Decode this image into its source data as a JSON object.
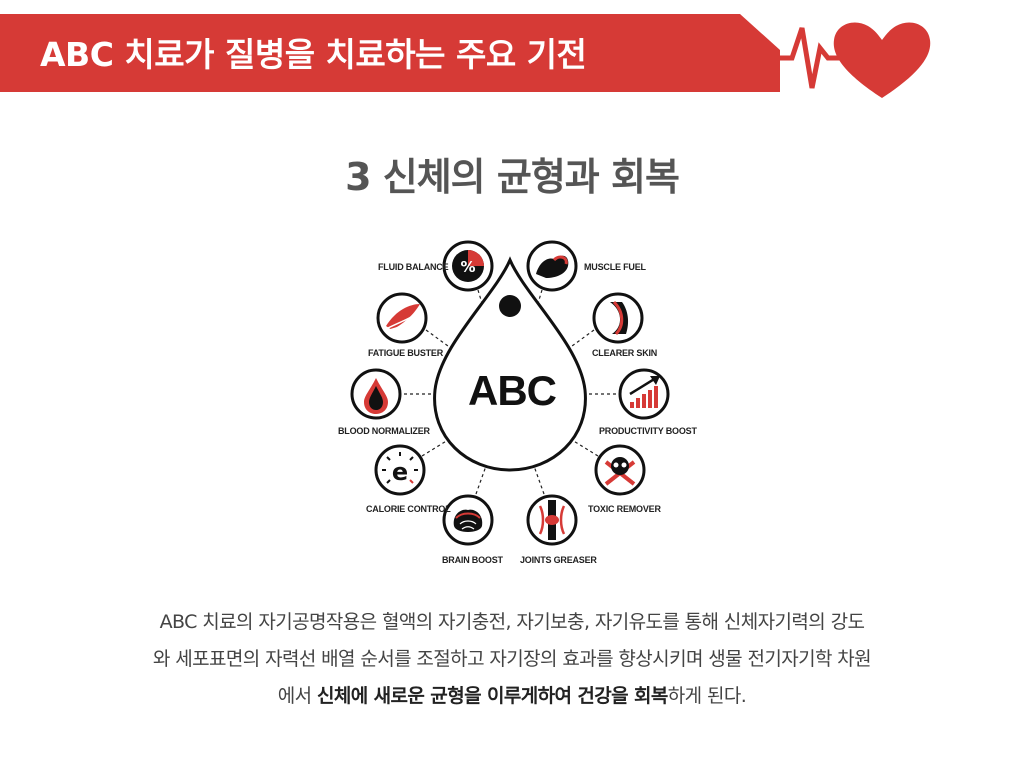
{
  "header": {
    "title": "ABC 치료가 질병을 치료하는 주요 기전",
    "brand_color": "#d63a36"
  },
  "section": {
    "title": "3 신체의 균형과 회복"
  },
  "diagram": {
    "center_label": "ABC",
    "accent_color": "#d63a36",
    "items": [
      {
        "label": "FLUID BALANCE",
        "icon": "percent-icon"
      },
      {
        "label": "MUSCLE FUEL",
        "icon": "arm-muscle-icon"
      },
      {
        "label": "FATIGUE BUSTER",
        "icon": "wing-icon"
      },
      {
        "label": "CLEARER SKIN",
        "icon": "body-curve-icon"
      },
      {
        "label": "BLOOD NORMALIZER",
        "icon": "blood-drop-icon"
      },
      {
        "label": "PRODUCTIVITY BOOST",
        "icon": "growth-chart-icon"
      },
      {
        "label": "CALORIE CONTROL",
        "icon": "energy-gauge-icon"
      },
      {
        "label": "TOXIC REMOVER",
        "icon": "skull-crossbones-icon"
      },
      {
        "label": "BRAIN BOOST",
        "icon": "brain-icon"
      },
      {
        "label": "JOINTS GREASER",
        "icon": "knee-joint-icon"
      }
    ]
  },
  "description": {
    "line1": "ABC 치료의 자기공명작용은 혈액의 자기충전,  자기보충, 자기유도를 통해 신체자기력의 강도",
    "line2": "와 세포표면의 자력선 배열 순서를 조절하고 자기장의 효과를 향상시키며 생물 전기자기학 차원",
    "line3_pre": "에서 ",
    "line3_bold": "신체에 새로운 균형을 이루게하여 건강을 회복",
    "line3_post": "하게 된다."
  }
}
